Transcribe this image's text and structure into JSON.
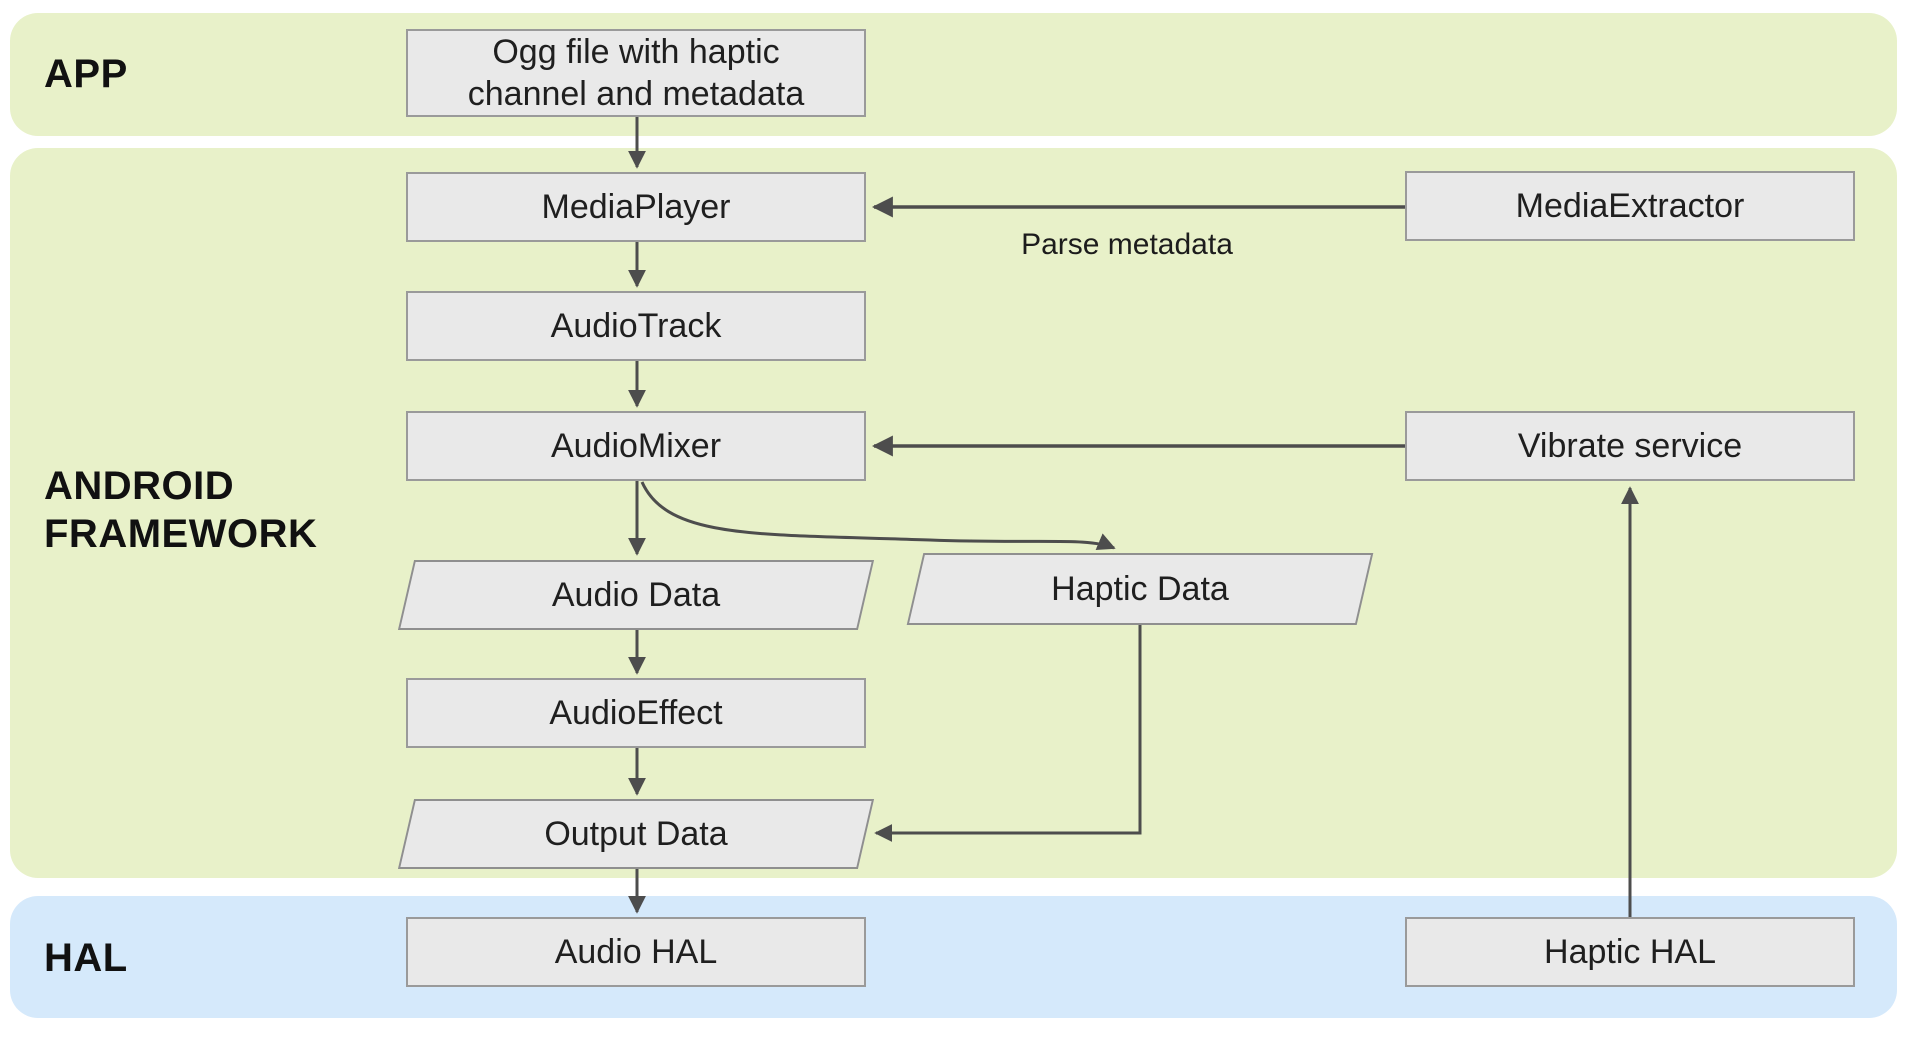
{
  "bands": {
    "app": {
      "label": "APP"
    },
    "framework": {
      "label": "ANDROID FRAMEWORK"
    },
    "hal": {
      "label": "HAL"
    }
  },
  "nodes": {
    "ogg_file": {
      "label": "Ogg file with haptic channel and metadata",
      "shape": "rectangle",
      "band": "app"
    },
    "media_player": {
      "label": "MediaPlayer",
      "shape": "rectangle",
      "band": "framework"
    },
    "audio_track": {
      "label": "AudioTrack",
      "shape": "rectangle",
      "band": "framework"
    },
    "audio_mixer": {
      "label": "AudioMixer",
      "shape": "rectangle",
      "band": "framework"
    },
    "audio_data": {
      "label": "Audio Data",
      "shape": "parallelogram",
      "band": "framework"
    },
    "haptic_data": {
      "label": "Haptic Data",
      "shape": "parallelogram",
      "band": "framework"
    },
    "audio_effect": {
      "label": "AudioEffect",
      "shape": "rectangle",
      "band": "framework"
    },
    "output_data": {
      "label": "Output Data",
      "shape": "parallelogram",
      "band": "framework"
    },
    "media_extractor": {
      "label": "MediaExtractor",
      "shape": "rectangle",
      "band": "framework"
    },
    "vibrate_service": {
      "label": "Vibrate service",
      "shape": "rectangle",
      "band": "framework"
    },
    "audio_hal": {
      "label": "Audio HAL",
      "shape": "rectangle",
      "band": "hal"
    },
    "haptic_hal": {
      "label": "Haptic HAL",
      "shape": "rectangle",
      "band": "hal"
    }
  },
  "edges": [
    {
      "from": "ogg_file",
      "to": "media_player",
      "label": ""
    },
    {
      "from": "media_player",
      "to": "audio_track",
      "label": ""
    },
    {
      "from": "audio_track",
      "to": "audio_mixer",
      "label": ""
    },
    {
      "from": "audio_mixer",
      "to": "audio_data",
      "label": ""
    },
    {
      "from": "audio_mixer",
      "to": "haptic_data",
      "label": ""
    },
    {
      "from": "audio_data",
      "to": "audio_effect",
      "label": ""
    },
    {
      "from": "audio_effect",
      "to": "output_data",
      "label": ""
    },
    {
      "from": "haptic_data",
      "to": "output_data",
      "label": ""
    },
    {
      "from": "output_data",
      "to": "audio_hal",
      "label": ""
    },
    {
      "from": "media_extractor",
      "to": "media_player",
      "label": "Parse metadata"
    },
    {
      "from": "vibrate_service",
      "to": "audio_mixer",
      "label": ""
    },
    {
      "from": "haptic_hal",
      "to": "vibrate_service",
      "label": ""
    }
  ],
  "colors": {
    "band_green": "#e8f1c9",
    "band_blue": "#d5e9fb",
    "node_fill": "#e9e9e9",
    "node_border": "#9a9a9a",
    "arrow": "#4d4d4d",
    "text": "#1f1f1f"
  }
}
